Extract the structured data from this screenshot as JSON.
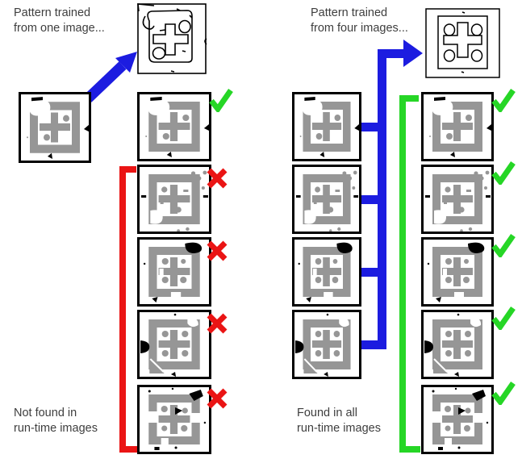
{
  "diagram": {
    "left": {
      "title_line1": "Pattern trained",
      "title_line2": "from one image...",
      "caption_line1": "Not found in",
      "caption_line2": "run-time images",
      "trained_pattern": "edge-model-trained-from-one-image",
      "source_image": {
        "variant": "smudge-top-left"
      },
      "runtime_results": [
        {
          "variant": "smudge-top-left",
          "result": "found"
        },
        {
          "variant": "speckle-streak-top-right",
          "result": "not-found"
        },
        {
          "variant": "ink-blob-top-right",
          "result": "not-found"
        },
        {
          "variant": "ink-blob-left-fold",
          "result": "not-found"
        },
        {
          "variant": "broken-ring-ink-blob",
          "result": "not-found"
        }
      ]
    },
    "right": {
      "title_line1": "Pattern trained",
      "title_line2": "from four images...",
      "caption_line1": "Found in all",
      "caption_line2": "run-time images",
      "trained_pattern": "edge-model-trained-from-four-images",
      "training_images": [
        {
          "variant": "smudge-top-left"
        },
        {
          "variant": "speckle-streak-top-right"
        },
        {
          "variant": "ink-blob-top-right"
        },
        {
          "variant": "ink-blob-left-fold"
        }
      ],
      "runtime_results": [
        {
          "variant": "smudge-top-left",
          "result": "found"
        },
        {
          "variant": "speckle-streak-top-right",
          "result": "found"
        },
        {
          "variant": "ink-blob-top-right",
          "result": "found"
        },
        {
          "variant": "ink-blob-left-fold",
          "result": "found"
        },
        {
          "variant": "broken-ring-ink-blob",
          "result": "found"
        }
      ]
    },
    "marks": {
      "found": "check",
      "not_found": "cross"
    },
    "colors": {
      "blue": "#1c1ce0",
      "green": "#26d626",
      "red": "#ea1414",
      "fiducial_gray": "#969696",
      "text": "#3e3e3e"
    }
  }
}
